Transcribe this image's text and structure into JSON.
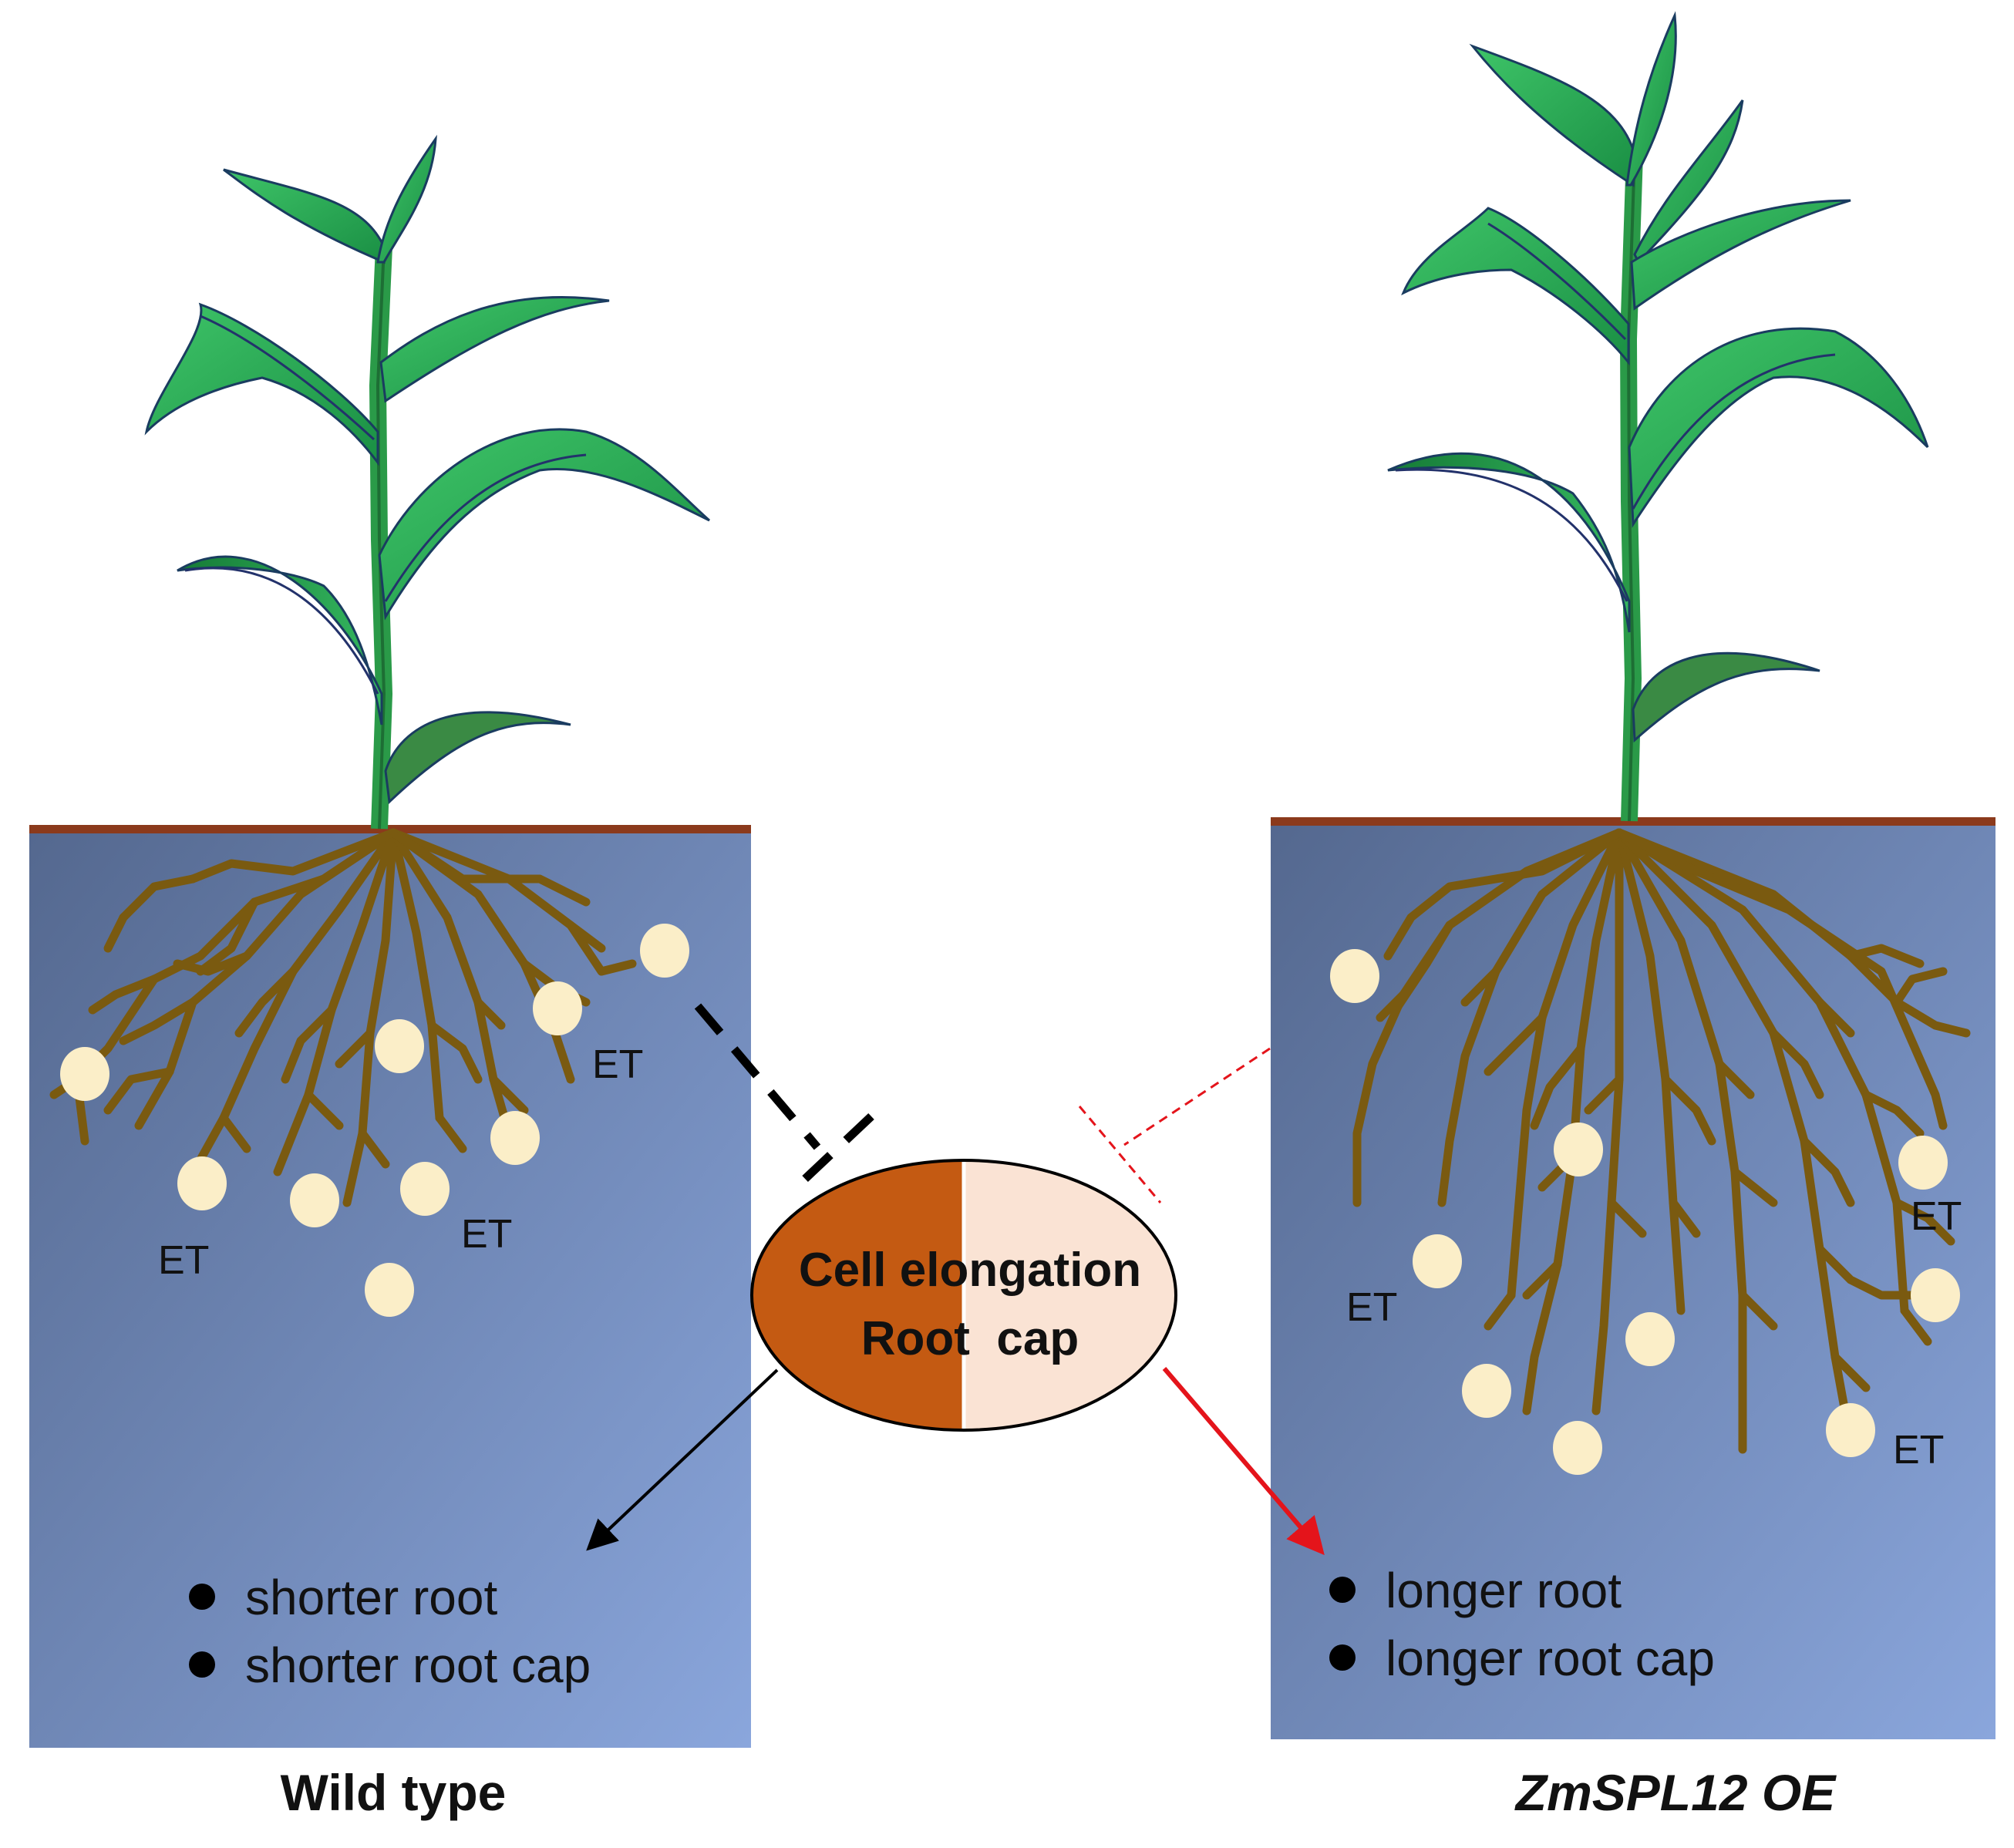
{
  "left_panel": {
    "label": "Wild type",
    "et_labels": [
      "ET",
      "ET",
      "ET"
    ],
    "bullets": [
      "shorter root",
      "shorter root cap"
    ]
  },
  "right_panel": {
    "label": "ZmSPL12 OE",
    "et_labels": [
      "ET",
      "ET",
      "ET"
    ],
    "bullets": [
      "longer root",
      "longer root cap"
    ]
  },
  "center": {
    "line1": "Cell elongation",
    "line2": "Root  cap"
  },
  "colors": {
    "soil_dark": "#54688f",
    "soil_light": "#8aa6dc",
    "soil_surface": "#8b3a1c",
    "root": "#7a5a10",
    "leaf": "#2eb25a",
    "leaf_dark": "#1a7f3c",
    "vein": "#23326b",
    "et_dot": "#fbeec8",
    "oval_left": "#c45a12",
    "oval_right": "#fae3d4",
    "arrow_red": "#e4141b",
    "arrow_black": "#000000"
  }
}
